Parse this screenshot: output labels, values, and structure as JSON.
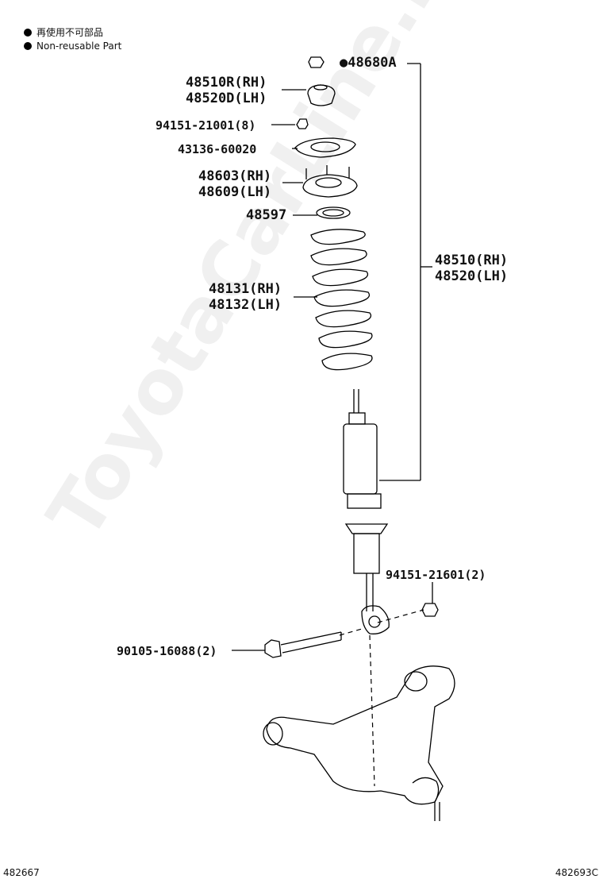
{
  "legend": {
    "jp_text": "再使用不可部品",
    "en_text": "Non-reusable Part",
    "marker_icon": "black-dot"
  },
  "parts": {
    "p48680a": "●48680A",
    "p48510r": "48510R(RH)",
    "p48520d": "48520D(LH)",
    "p94151_21001": "94151-21001(8)",
    "p43136": "43136-60020",
    "p48603": "48603(RH)",
    "p48609": "48609(LH)",
    "p48597": "48597",
    "p48131": "48131(RH)",
    "p48132": "48132(LH)",
    "p48510": "48510(RH)",
    "p48520": "48520(LH)",
    "p94151_21601": "94151-21601(2)",
    "p90105": "90105-16088(2)"
  },
  "footer": {
    "left_code": "482667",
    "right_code": "482693C"
  },
  "watermark": "ToyotaCarLine.ru"
}
